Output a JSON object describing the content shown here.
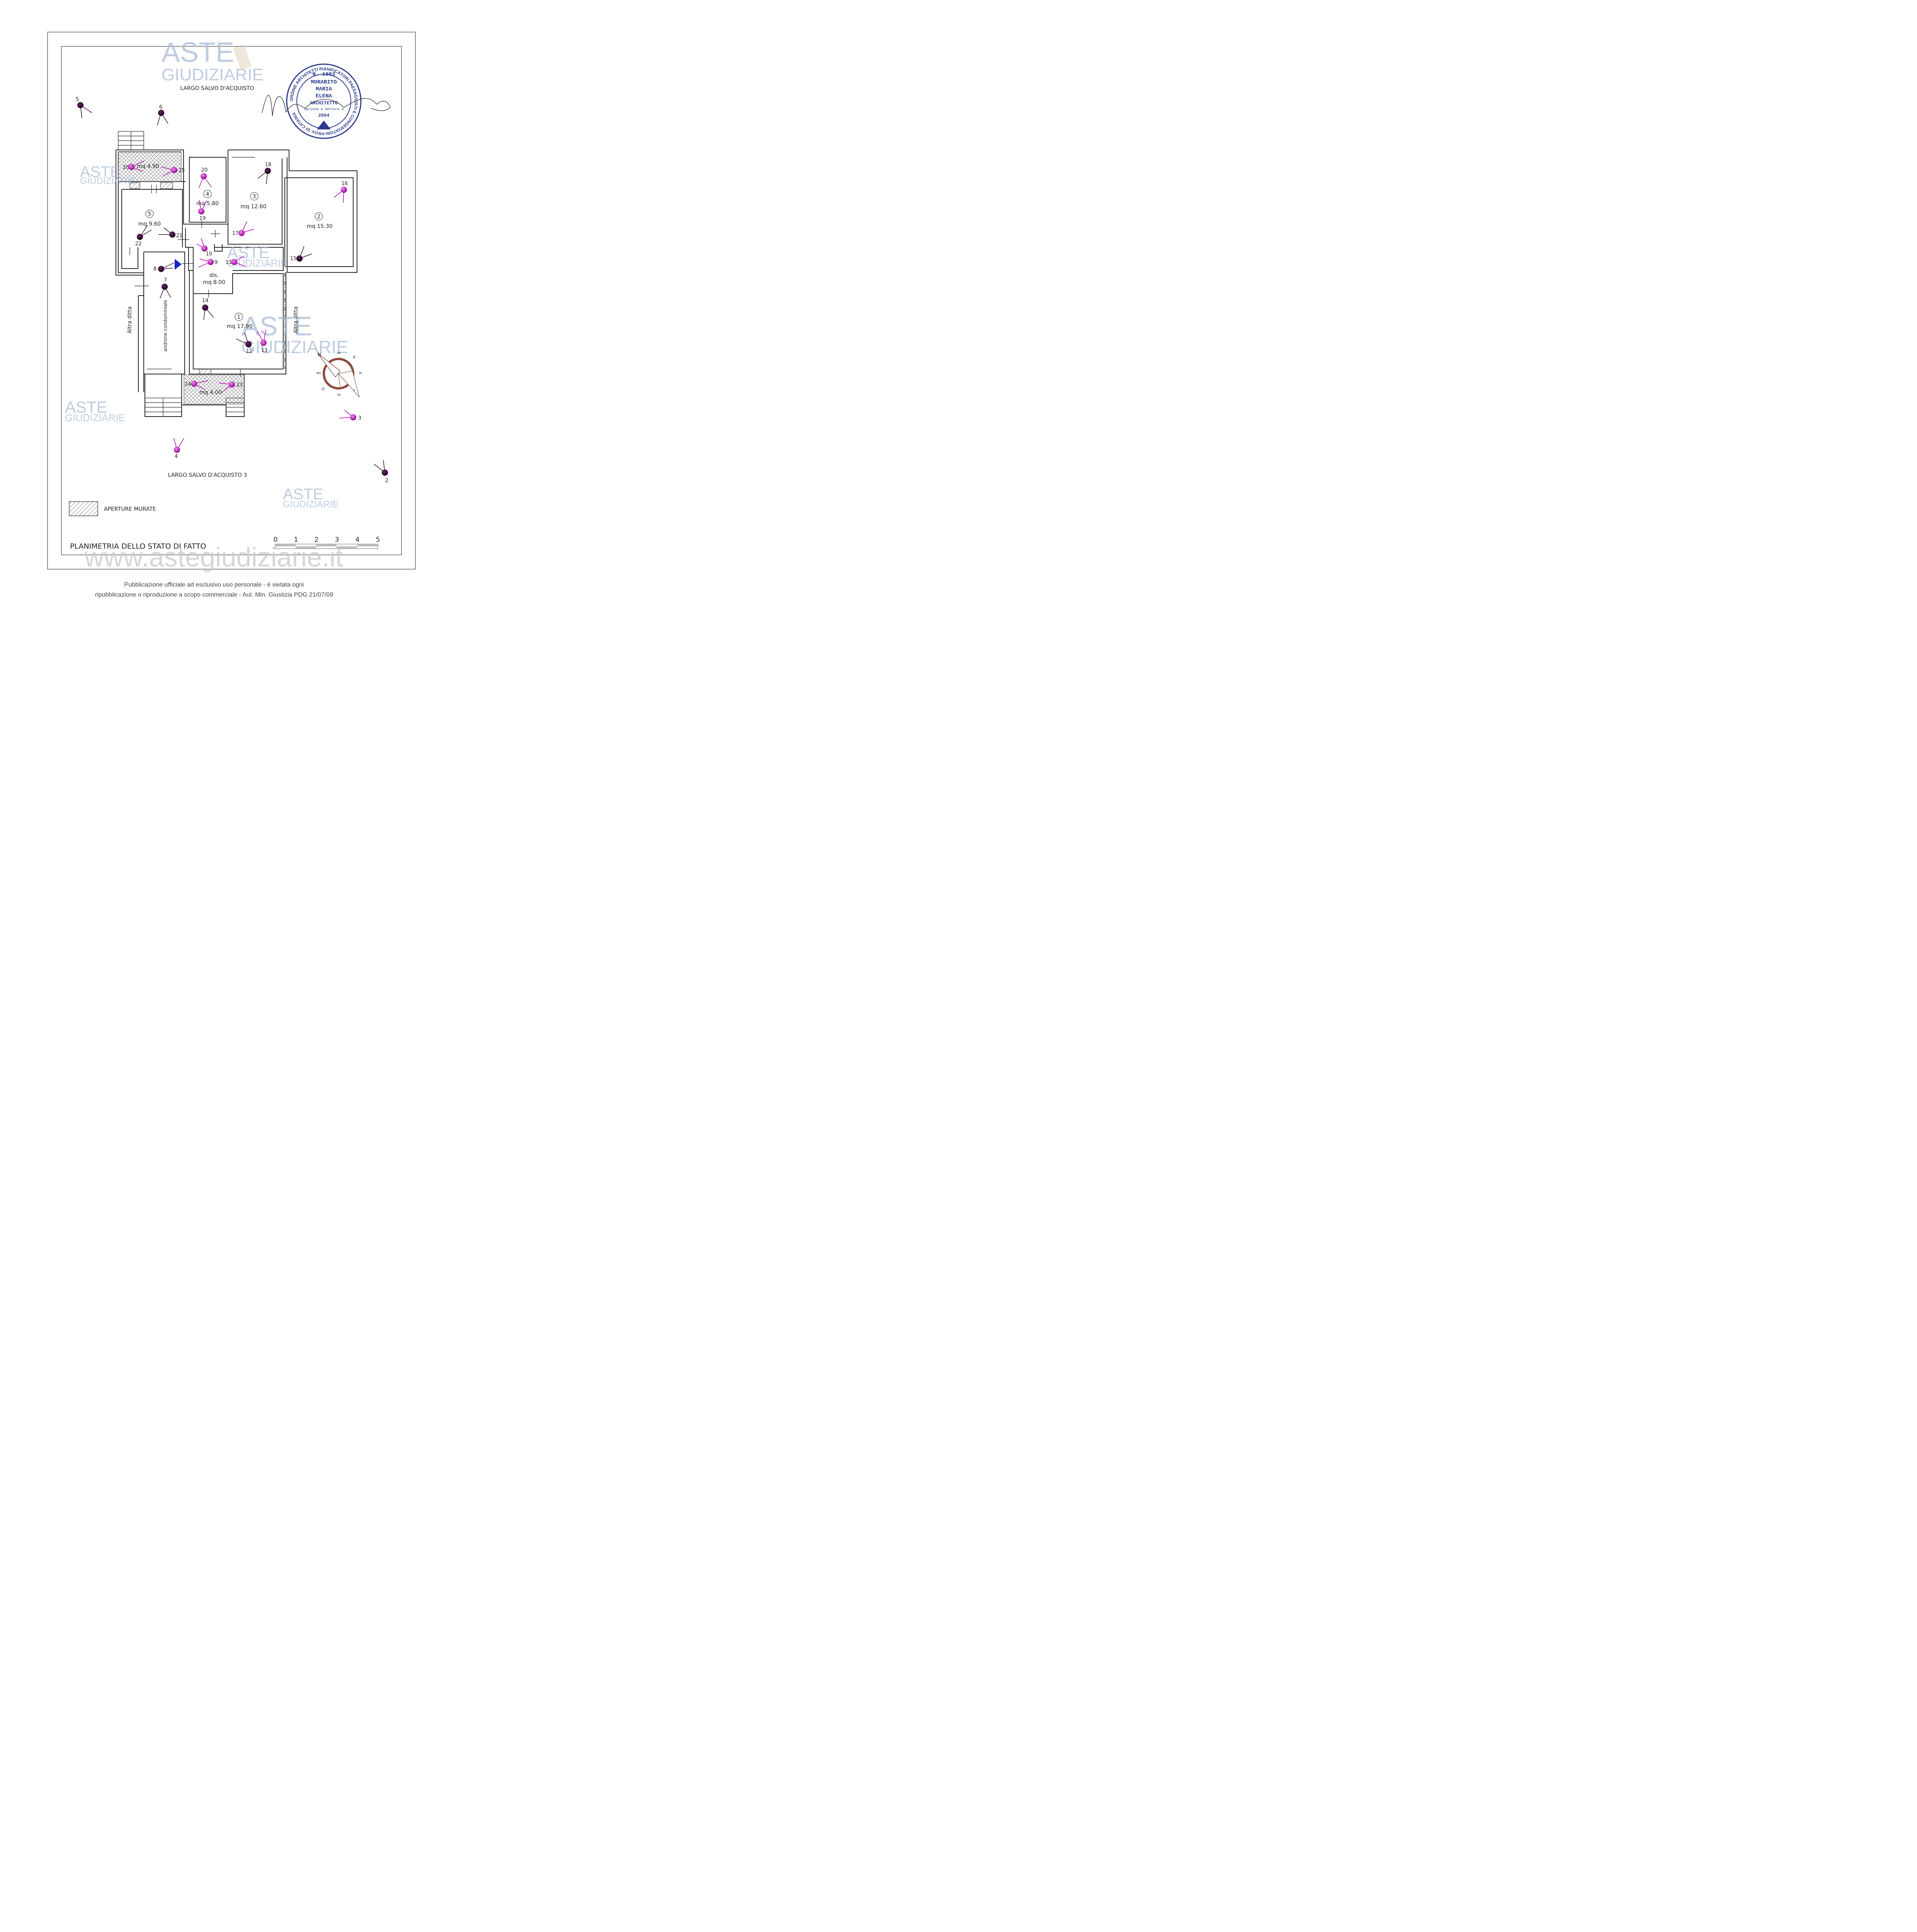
{
  "street_top": "LARGO SALVO D'ACQUISTO",
  "street_bottom": "LARGO SALVO D'ACQUISTO 3",
  "plan_title": "PLANIMETRIA DELLO STATO DI FATTO",
  "legend_label": "APERTURE MURATE",
  "side_left": "Altra ditta",
  "side_right": "Altra ditta",
  "corridor_label": "androne condominiale",
  "rooms": {
    "r1": {
      "num": "1",
      "area": "mq 17.90"
    },
    "r2": {
      "num": "2",
      "area": "mq 15.30"
    },
    "r3": {
      "num": "3",
      "area": "mq 12.60"
    },
    "r4": {
      "num": "4",
      "area": "mq 5.80"
    },
    "r5": {
      "num": "5",
      "area": "mq 9.60"
    },
    "dis": {
      "name": "dis.",
      "area": "mq 8.00"
    },
    "balcony_top": {
      "area": "mq 4.90"
    },
    "balcony_bottom": {
      "area": "mq 4.00"
    }
  },
  "scale_labels": [
    "0",
    "1",
    "2",
    "3",
    "4",
    "5"
  ],
  "photo_points": [
    "2",
    "3",
    "4",
    "5",
    "6",
    "7",
    "8",
    "9",
    "10",
    "11",
    "12",
    "13",
    "14",
    "15",
    "16",
    "17",
    "18",
    "19",
    "20",
    "21",
    "22",
    "23",
    "24",
    "25",
    "26"
  ],
  "watermark": {
    "line1": "ASTE",
    "line2": "GIUDIZIARIE",
    "url": "www.astegiudiziarie.it"
  },
  "stamp": {
    "ring_text": "ORDINE ARCHITETTI PIANIFICATORI PAESAGGISTI E CONSERVATORI PROV. DI CATANIA",
    "lines": [
      "N. 1083",
      "MORABITO",
      "MARIA",
      "ELENA",
      "ARCHITETTO",
      "Sezione A Settore a",
      "2004"
    ]
  },
  "compass": {
    "n": "N",
    "ne": "NE",
    "e": "E",
    "se": "SE",
    "s": "S",
    "so": "SO",
    "o": "O",
    "no": "NO"
  },
  "footer": {
    "line1": "Pubblicazione ufficiale ad esclusivo uso personale - è vietata ogni",
    "line2": "ripubblicazione o riproduzione a scopo commerciale - Aut. Min. Giustizia PDG 21/07/09"
  },
  "colors": {
    "accent_purple": "#b000b0",
    "dark_dot": "#2a0a2a",
    "arrow_blue": "#1b22c8",
    "stamp": "#2a3a8c"
  }
}
